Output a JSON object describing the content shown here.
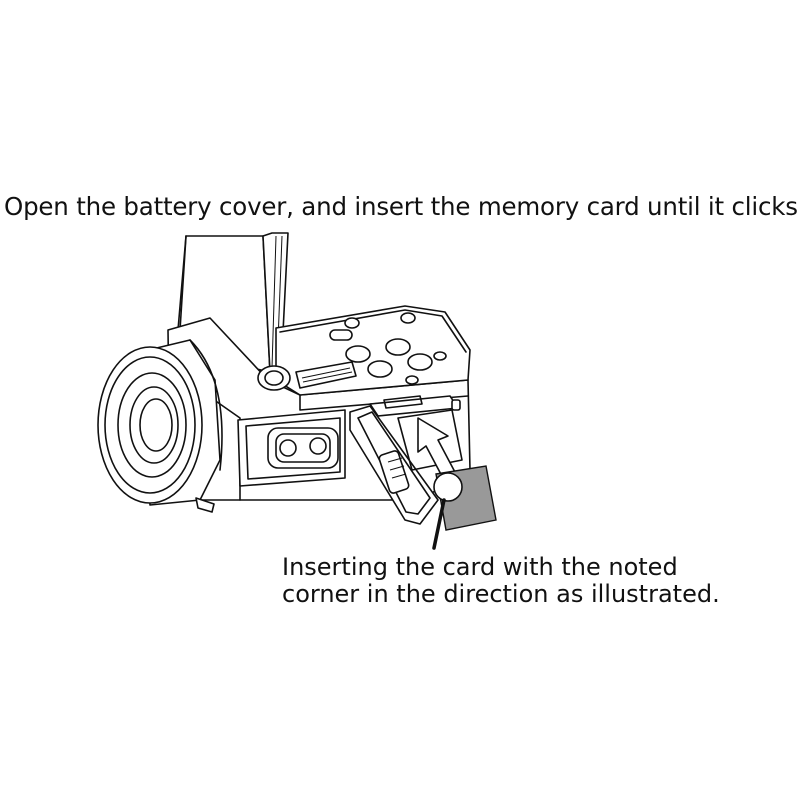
{
  "instruction": {
    "text": "Open the battery cover, and insert the memory card until it clicks."
  },
  "note": {
    "line1": "Inserting the card with the noted",
    "line2": "corner in the direction as illustrated."
  },
  "colors": {
    "line": "#111111",
    "card_fill": "#999999",
    "background": "#ffffff"
  }
}
